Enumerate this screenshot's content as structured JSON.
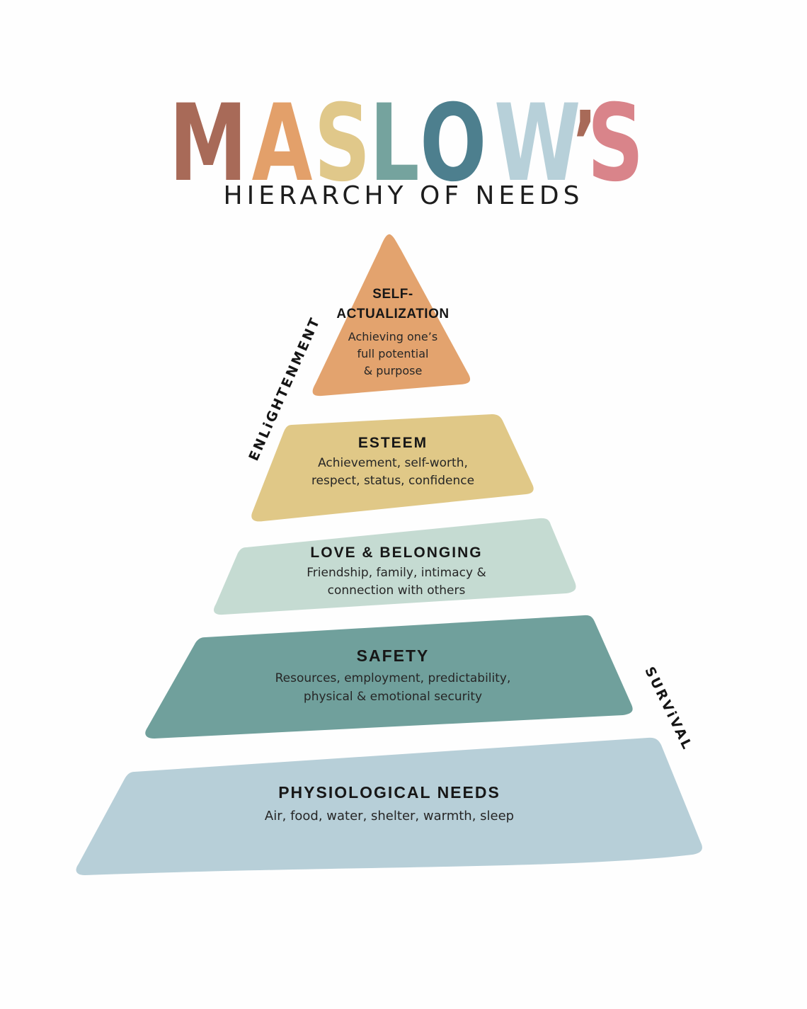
{
  "title": {
    "letters": [
      {
        "char": "M",
        "color": "#a86a58"
      },
      {
        "char": "A",
        "color": "#e3a06a"
      },
      {
        "char": "S",
        "color": "#e0c88a"
      },
      {
        "char": "L",
        "color": "#75a39e"
      },
      {
        "char": "O",
        "color": "#4d7f8e"
      },
      {
        "char": "W",
        "color": "#b7d0d9"
      },
      {
        "char": "’",
        "color": "#a86a58"
      },
      {
        "char": "S",
        "color": "#d9848a"
      }
    ]
  },
  "subtitle": "HIERARCHY OF NEEDS",
  "levels": [
    {
      "title": "SELF-\nACTUALIZATION",
      "description": "Achieving one’s\nfull potential\n& purpose",
      "color": "#e3a36e"
    },
    {
      "title": "ESTEEM",
      "description": "Achievement, self-worth,\nrespect, status, confidence",
      "color": "#e0c887"
    },
    {
      "title": "LOVE & BELONGING",
      "description": "Friendship, family, intimacy &\nconnection with others",
      "color": "#c5dbd2"
    },
    {
      "title": "SAFETY",
      "description": "Resources, employment, predictability,\nphysical & emotional security",
      "color": "#70a09c"
    },
    {
      "title": "PHYSIOLOGICAL NEEDS",
      "description": "Air, food, water, shelter, warmth, sleep",
      "color": "#b7cfd8"
    }
  ],
  "side_labels": {
    "left": "ENLiGHTENMENT",
    "right": "SURViVAL"
  }
}
